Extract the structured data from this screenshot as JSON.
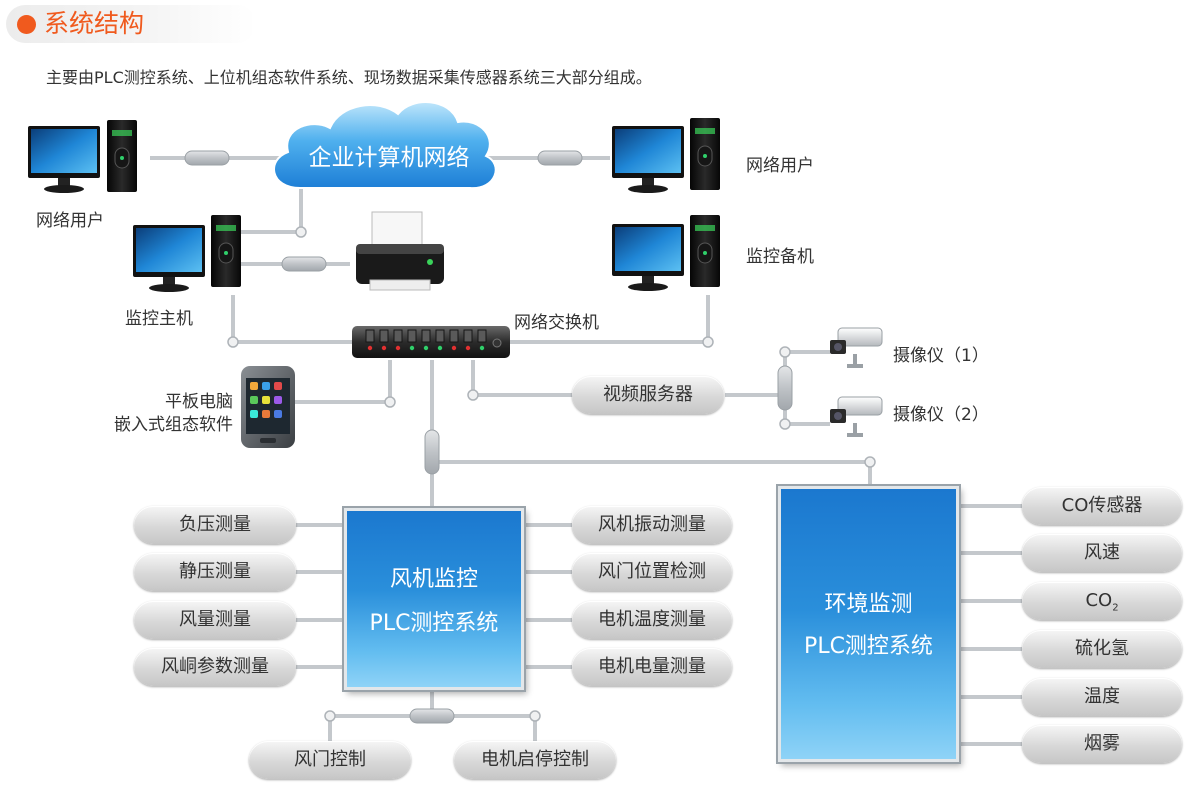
{
  "header": {
    "title": "系统结构"
  },
  "intro": "主要由PLC测控系统、上位机组态软件系统、现场数据采集传感器系统三大部分组成。",
  "network": {
    "cloud": "企业计算机网络",
    "user_left": "网络用户",
    "user_right": "网络用户",
    "main_monitor": "监控主机",
    "backup_monitor": "监控备机",
    "switch": "网络交换机",
    "tablet_line1": "平板电脑",
    "tablet_line2": "嵌入式组态软件",
    "video_server": "视频服务器",
    "camera1": "摄像仪（1）",
    "camera2": "摄像仪（2）"
  },
  "fan_plc": {
    "title_line1": "风机监控",
    "title_line2": "PLC测控系统",
    "left_items": [
      "负压测量",
      "静压测量",
      "风量测量",
      "风峒参数测量"
    ],
    "right_items": [
      "风机振动测量",
      "风门位置检测",
      "电机温度测量",
      "电机电量测量"
    ],
    "bottom_items": [
      "风门控制",
      "电机启停控制"
    ]
  },
  "env_plc": {
    "title_line1": "环境监测",
    "title_line2": "PLC测控系统",
    "sensors": [
      "CO传感器",
      "风速",
      "CO",
      "硫化氢",
      "温度",
      "烟雾"
    ],
    "co2_subscript": "2"
  },
  "colors": {
    "accent": "#f05a1e",
    "plc_blue": "#1b78cf",
    "cloud_blue": "#2b8fe0",
    "connector": "#bfc3c7"
  }
}
